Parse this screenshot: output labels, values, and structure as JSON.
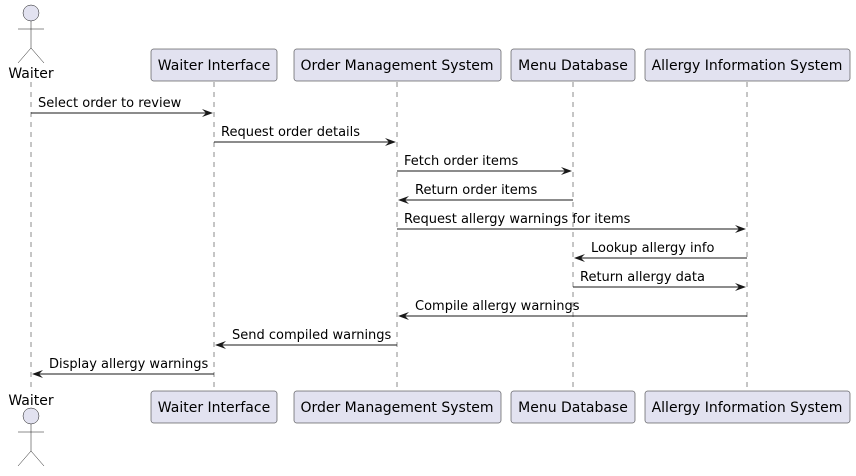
{
  "diagram": {
    "type": "sequence",
    "colors": {
      "participant_fill": "#e2e2f0",
      "stroke": "#181818",
      "text": "#000000",
      "background": "#ffffff"
    },
    "participants": [
      {
        "id": "waiter",
        "label": "Waiter",
        "kind": "actor"
      },
      {
        "id": "waiter_interface",
        "label": "Waiter Interface",
        "kind": "participant"
      },
      {
        "id": "oms",
        "label": "Order Management System",
        "kind": "participant"
      },
      {
        "id": "menu_db",
        "label": "Menu Database",
        "kind": "participant"
      },
      {
        "id": "allergy_sys",
        "label": "Allergy Information System",
        "kind": "participant"
      }
    ],
    "messages": [
      {
        "from": "waiter",
        "to": "waiter_interface",
        "label": "Select order to review"
      },
      {
        "from": "waiter_interface",
        "to": "oms",
        "label": "Request order details"
      },
      {
        "from": "oms",
        "to": "menu_db",
        "label": "Fetch order items"
      },
      {
        "from": "menu_db",
        "to": "oms",
        "label": "Return order items"
      },
      {
        "from": "oms",
        "to": "allergy_sys",
        "label": "Request allergy warnings for items"
      },
      {
        "from": "allergy_sys",
        "to": "menu_db",
        "label": "Lookup allergy info"
      },
      {
        "from": "menu_db",
        "to": "allergy_sys",
        "label": "Return allergy data"
      },
      {
        "from": "allergy_sys",
        "to": "oms",
        "label": "Compile allergy warnings"
      },
      {
        "from": "oms",
        "to": "waiter_interface",
        "label": "Send compiled warnings"
      },
      {
        "from": "waiter_interface",
        "to": "waiter",
        "label": "Display allergy warnings"
      }
    ]
  }
}
